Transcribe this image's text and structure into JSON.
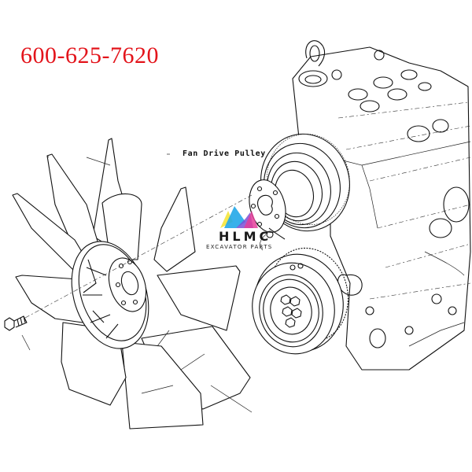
{
  "part_number": "600-625-7620",
  "callouts": {
    "fan_drive_pulley": "Fan Drive Pulley"
  },
  "watermark": {
    "name": "HLMC",
    "subtitle": "EXCAVATOR PARTS",
    "logo_colors": [
      "#f5e63b",
      "#22a7e8",
      "#7b4fd6",
      "#e43f9a"
    ]
  },
  "colors": {
    "part_number": "#e3141b",
    "line_art": "#111111",
    "background": "#ffffff"
  },
  "components": [
    "cooling-fan",
    "fan-bolt",
    "fan-drive-pulley",
    "fan-spacer",
    "crankshaft-pulley",
    "engine-block"
  ]
}
